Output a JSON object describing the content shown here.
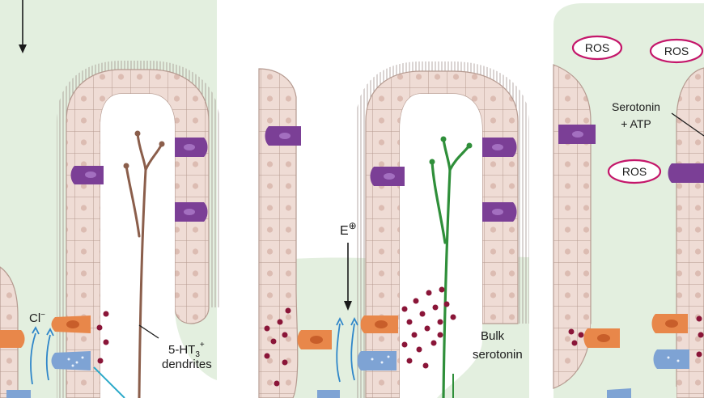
{
  "labels": {
    "chloride": "Cl",
    "chloride_charge": "−",
    "receptor_line1_pre": "5-HT",
    "receptor_sub": "3",
    "receptor_sup": "+",
    "receptor_line2": "dendrites",
    "e_symbol": "E",
    "e_mark": "⊕",
    "bulk_line1": "Bulk",
    "bulk_line2": "serotonin",
    "ros_1": "ROS",
    "ros_2": "ROS",
    "ros_3": "ROS",
    "serotonin_atp_line1": "Serotonin",
    "serotonin_atp_line2": "+ ATP"
  },
  "colors": {
    "lumen_green": "#e3efdf",
    "epithelium": "#efdcd5",
    "epithelium_line": "#b59a90",
    "nucleus": "#e0c2b8",
    "enterochromaffin": "#7b3f96",
    "enteroendocrine_orange": "#e8874a",
    "goblet_blue": "#7ea3d4",
    "secretion_arrow": "#2f86c9",
    "dendrite_brown": "#8b5e4b",
    "dendrite_green": "#2f8f3a",
    "serotonin_dot": "#8a1538",
    "ros_ring": "#c4166a",
    "nerve_teal": "#2ba9c9"
  }
}
